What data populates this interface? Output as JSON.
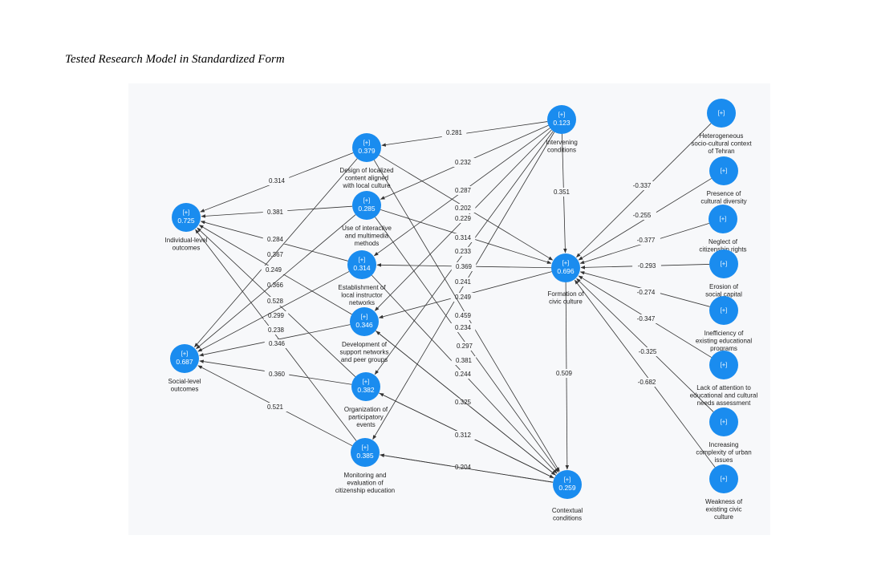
{
  "title": "Tested Research Model in Standardized Form",
  "colors": {
    "node": "#1a8cef",
    "panel": "#f7f8fa",
    "edge": "#333333"
  },
  "nodes": [
    {
      "id": "design",
      "expand": "[+]",
      "value": "0.379",
      "label": [
        "Design of localized",
        "content aligned",
        "with local culture"
      ]
    },
    {
      "id": "interactive",
      "expand": "[+]",
      "value": "0.285",
      "label": [
        "Use of interactive",
        "and multimedia",
        "methods"
      ]
    },
    {
      "id": "networks",
      "expand": "[+]",
      "value": "0.314",
      "label": [
        "Establishment of",
        "local instructor",
        "networks"
      ]
    },
    {
      "id": "support",
      "expand": "[+]",
      "value": "0.346",
      "label": [
        "Development of",
        "support networks",
        "and peer groups"
      ]
    },
    {
      "id": "participatory",
      "expand": "[+]",
      "value": "0.382",
      "label": [
        "Organization of",
        "participatory",
        "events"
      ]
    },
    {
      "id": "monitoring",
      "expand": "[+]",
      "value": "0.385",
      "label": [
        "Monitoring and",
        "evaluation of",
        "citizenship education"
      ]
    },
    {
      "id": "individual",
      "expand": "[+]",
      "value": "0.725",
      "label": [
        "Individual-level",
        "outcomes"
      ]
    },
    {
      "id": "social",
      "expand": "[+]",
      "value": "0.687",
      "label": [
        "Social-level",
        "outcomes"
      ]
    },
    {
      "id": "intervening",
      "expand": "[+]",
      "value": "0.123",
      "label": [
        "Intervening",
        "conditions"
      ]
    },
    {
      "id": "formation",
      "expand": "[+]",
      "value": "0.696",
      "label": [
        "Formation of",
        "civic culture"
      ]
    },
    {
      "id": "contextual",
      "expand": "[+]",
      "value": "0.259",
      "label": [
        "Contextual",
        "conditions"
      ]
    },
    {
      "id": "heterogeneous",
      "expand": "[+]",
      "value": "",
      "label": [
        "Heterogeneous",
        "socio-cultural context",
        "of Tehran"
      ]
    },
    {
      "id": "diversity",
      "expand": "[+]",
      "value": "",
      "label": [
        "Presence of",
        "cultural diversity"
      ]
    },
    {
      "id": "neglect",
      "expand": "[+]",
      "value": "",
      "label": [
        "Neglect of",
        "citizenship rights"
      ]
    },
    {
      "id": "erosion",
      "expand": "[+]",
      "value": "",
      "label": [
        "Erosion of",
        "social capital"
      ]
    },
    {
      "id": "inefficiency",
      "expand": "[+]",
      "value": "",
      "label": [
        "Inefficiency of",
        "existing educational",
        "programs"
      ]
    },
    {
      "id": "lack",
      "expand": "[+]",
      "value": "",
      "label": [
        "Lack of attention to",
        "educational and cultural",
        "needs assessment"
      ]
    },
    {
      "id": "complexity",
      "expand": "[+]",
      "value": "",
      "label": [
        "Increasing",
        "complexity of urban",
        "issues"
      ]
    },
    {
      "id": "weakness",
      "expand": "[+]",
      "value": "",
      "label": [
        "Weakness of",
        "existing civic",
        "culture"
      ]
    }
  ],
  "edges": [
    {
      "from": "intervening",
      "to": "design",
      "coef": "0.281"
    },
    {
      "from": "intervening",
      "to": "interactive",
      "coef": "0.232"
    },
    {
      "from": "intervening",
      "to": "networks",
      "coef": "0.287"
    },
    {
      "from": "intervening",
      "to": "support",
      "coef": "0.202"
    },
    {
      "from": "intervening",
      "to": "participatory",
      "coef": "0.229"
    },
    {
      "from": "intervening",
      "to": "monitoring",
      "coef": "0.233"
    },
    {
      "from": "intervening",
      "to": "formation",
      "coef": "0.351"
    },
    {
      "from": "design",
      "to": "individual",
      "coef": "0.314"
    },
    {
      "from": "interactive",
      "to": "individual",
      "coef": "0.381"
    },
    {
      "from": "networks",
      "to": "individual",
      "coef": "0.284"
    },
    {
      "from": "support",
      "to": "individual",
      "coef": "0.367"
    },
    {
      "from": "participatory",
      "to": "individual",
      "coef": "0.366"
    },
    {
      "from": "monitoring",
      "to": "individual",
      "coef": "0.528"
    },
    {
      "from": "design",
      "to": "social",
      "coef": "0.249"
    },
    {
      "from": "interactive",
      "to": "social",
      "coef": "0.299"
    },
    {
      "from": "networks",
      "to": "social",
      "coef": "0.238"
    },
    {
      "from": "support",
      "to": "social",
      "coef": "0.346"
    },
    {
      "from": "participatory",
      "to": "social",
      "coef": "0.360"
    },
    {
      "from": "monitoring",
      "to": "social",
      "coef": "0.521"
    },
    {
      "from": "design",
      "to": "formation",
      "coef": "0.202"
    },
    {
      "from": "interactive",
      "to": "formation",
      "coef": "0.314"
    },
    {
      "from": "formation",
      "to": "networks",
      "coef": "0.369"
    },
    {
      "from": "formation",
      "to": "support",
      "coef": "0.249"
    },
    {
      "from": "design",
      "to": "contextual",
      "coef": "0.241"
    },
    {
      "from": "interactive",
      "to": "contextual",
      "coef": "0.459"
    },
    {
      "from": "networks",
      "to": "contextual",
      "coef": "0.234"
    },
    {
      "from": "contextual",
      "to": "support",
      "coef": "0.297"
    },
    {
      "from": "contextual",
      "to": "participatory",
      "coef": "0.325"
    },
    {
      "from": "contextual",
      "to": "monitoring",
      "coef": "0.204"
    },
    {
      "from": "contextual",
      "to": "monitoring",
      "coef": "0.381"
    },
    {
      "from": "participatory",
      "to": "contextual",
      "coef": "0.312"
    },
    {
      "from": "support",
      "to": "contextual",
      "coef": "0.244"
    },
    {
      "from": "formation",
      "to": "contextual",
      "coef": "0.509"
    },
    {
      "from": "heterogeneous",
      "to": "formation",
      "coef": "-0.337"
    },
    {
      "from": "diversity",
      "to": "formation",
      "coef": "-0.255"
    },
    {
      "from": "neglect",
      "to": "formation",
      "coef": "-0.377"
    },
    {
      "from": "erosion",
      "to": "formation",
      "coef": "-0.293"
    },
    {
      "from": "inefficiency",
      "to": "formation",
      "coef": "-0.274"
    },
    {
      "from": "lack",
      "to": "formation",
      "coef": "-0.347"
    },
    {
      "from": "complexity",
      "to": "formation",
      "coef": "-0.325"
    },
    {
      "from": "weakness",
      "to": "formation",
      "coef": "-0.682"
    }
  ]
}
